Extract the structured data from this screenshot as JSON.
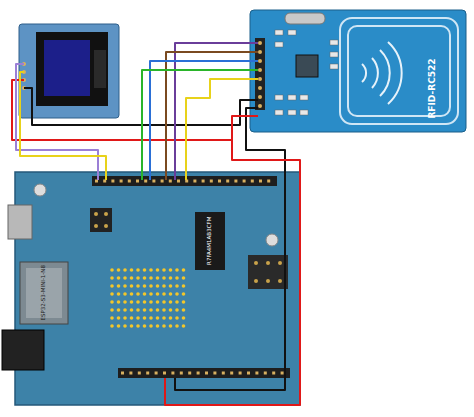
{
  "diagram": {
    "labels": [
      "RFID-RC522",
      "ESP32-S3-MINI-1-N8",
      "R7FA4M1AB3CFM"
    ]
  }
}
